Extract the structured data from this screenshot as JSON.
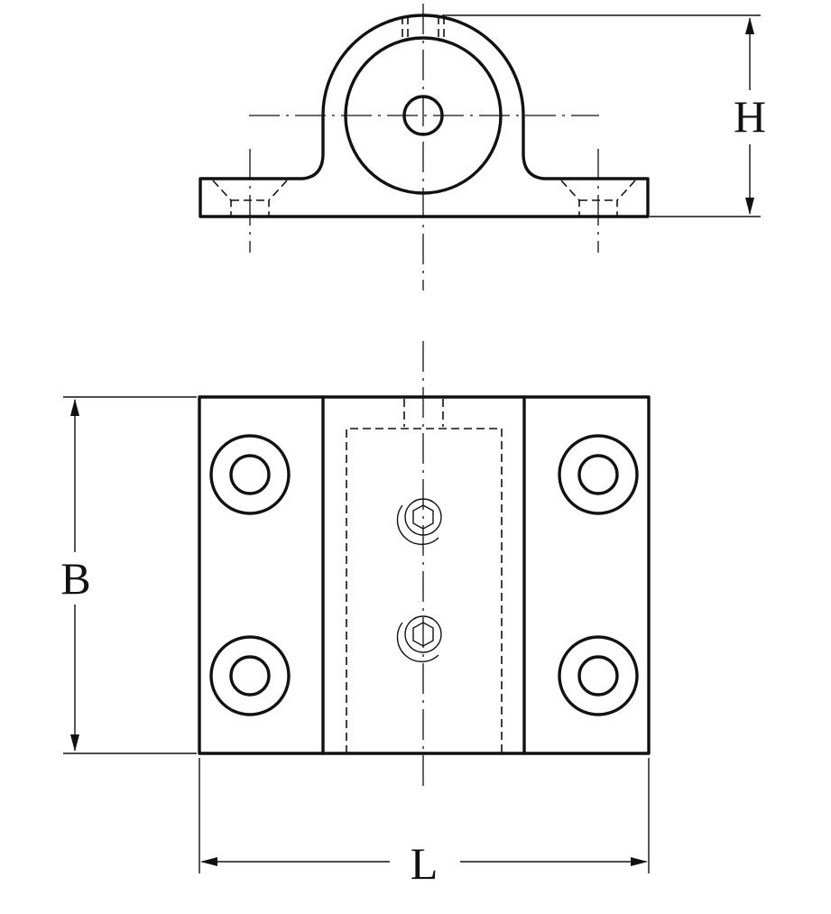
{
  "diagram": {
    "type": "technical drawing",
    "views": [
      "front-view",
      "top-view"
    ],
    "dimensions": {
      "height_label": "H",
      "width_label": "B",
      "length_label": "L"
    }
  }
}
